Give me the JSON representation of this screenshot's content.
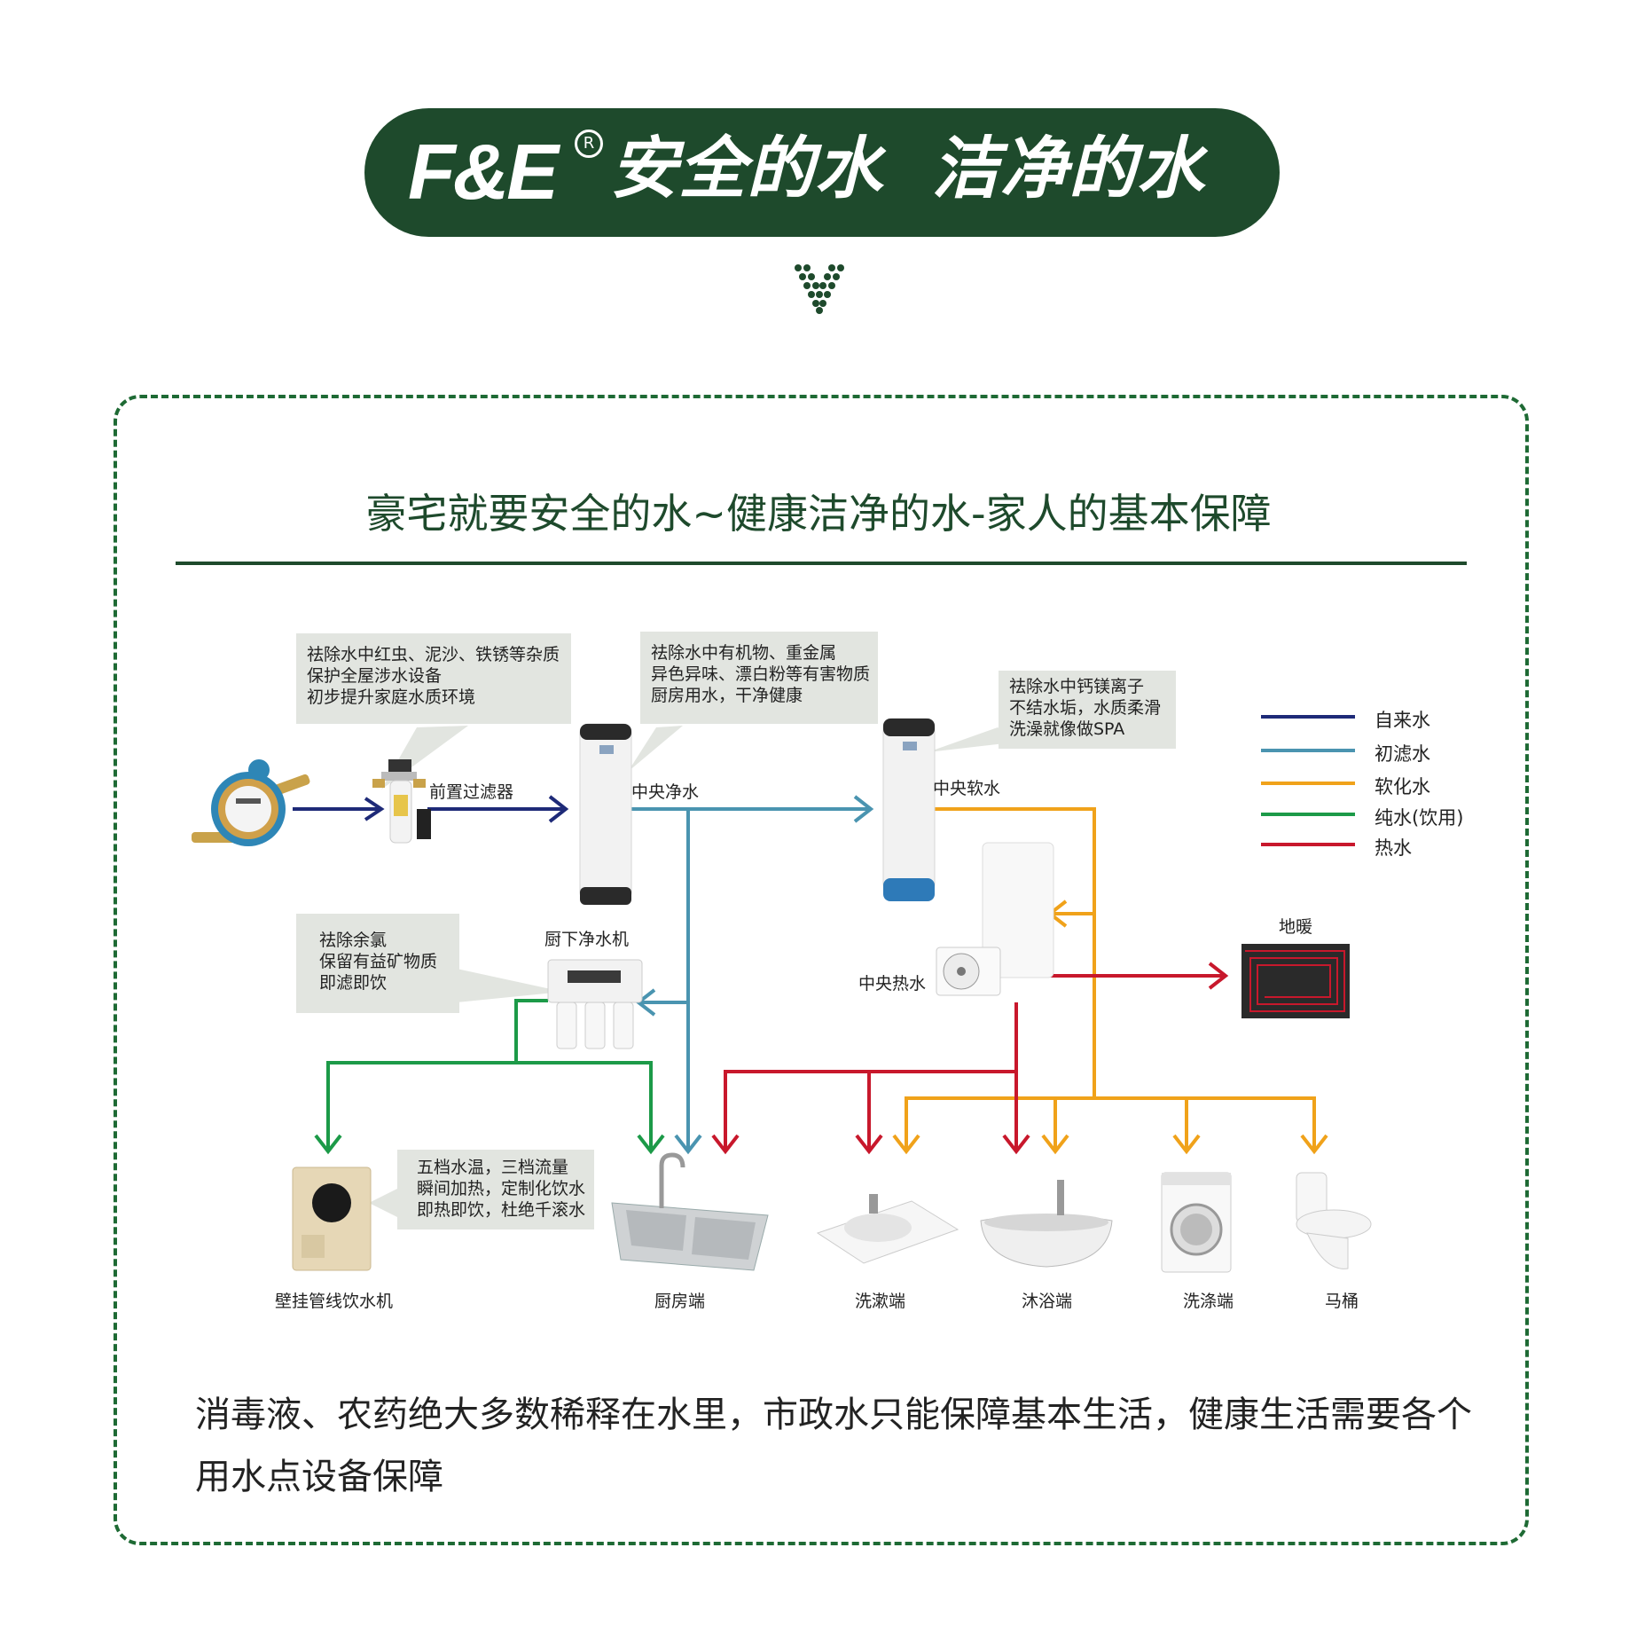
{
  "header": {
    "brand": "F&E",
    "registered_mark": "R",
    "slogan": "安全的水  洁净的水"
  },
  "heading": "豪宅就要安全的水~健康洁净的水-家人的基本保障",
  "notes": {
    "prefilter": [
      "祛除水中红虫、泥沙、铁锈等杂质",
      "保护全屋涉水设备",
      "初步提升家庭水质环境"
    ],
    "purifier": [
      "祛除水中有机物、重金属",
      "异色异味、漂白粉等有害物质",
      "厨房用水，干净健康"
    ],
    "softener": [
      "祛除水中钙镁离子",
      "不结水垢，水质柔滑",
      "洗澡就像做SPA"
    ],
    "undersink": [
      "祛除余氯",
      "保留有益矿物质",
      "即滤即饮"
    ],
    "dispenser": [
      "五档水温，三档流量",
      "瞬间加热，定制化饮水",
      "即热即饮，杜绝千滚水"
    ]
  },
  "labels": {
    "prefilter": "前置过滤器",
    "purifier": "中央净水",
    "softener": "中央软水",
    "undersink": "厨下净水机",
    "heater": "中央热水",
    "floor_heating": "地暖",
    "dispenser": "壁挂管线饮水机",
    "kitchen": "厨房端",
    "wash": "洗漱端",
    "bath": "沐浴端",
    "laundry": "洗涤端",
    "toilet": "马桶"
  },
  "legend": [
    {
      "label": "自来水",
      "color": "#1e2a78"
    },
    {
      "label": "初滤水",
      "color": "#4a94b0"
    },
    {
      "label": "软化水",
      "color": "#f0a21a"
    },
    {
      "label": "纯水(饮用)",
      "color": "#1c9a48"
    },
    {
      "label": "热水",
      "color": "#c8182c"
    }
  ],
  "footer": "消毒液、农药绝大多数稀释在水里，市政水只能保障基本生活，健康生活需要各个用水点设备保障",
  "colors": {
    "brand_green": "#1e4a2c",
    "tap": "#1e2a78",
    "prefiltered": "#4a94b0",
    "softened": "#f0a21a",
    "pure": "#1c9a48",
    "hot": "#c8182c"
  }
}
